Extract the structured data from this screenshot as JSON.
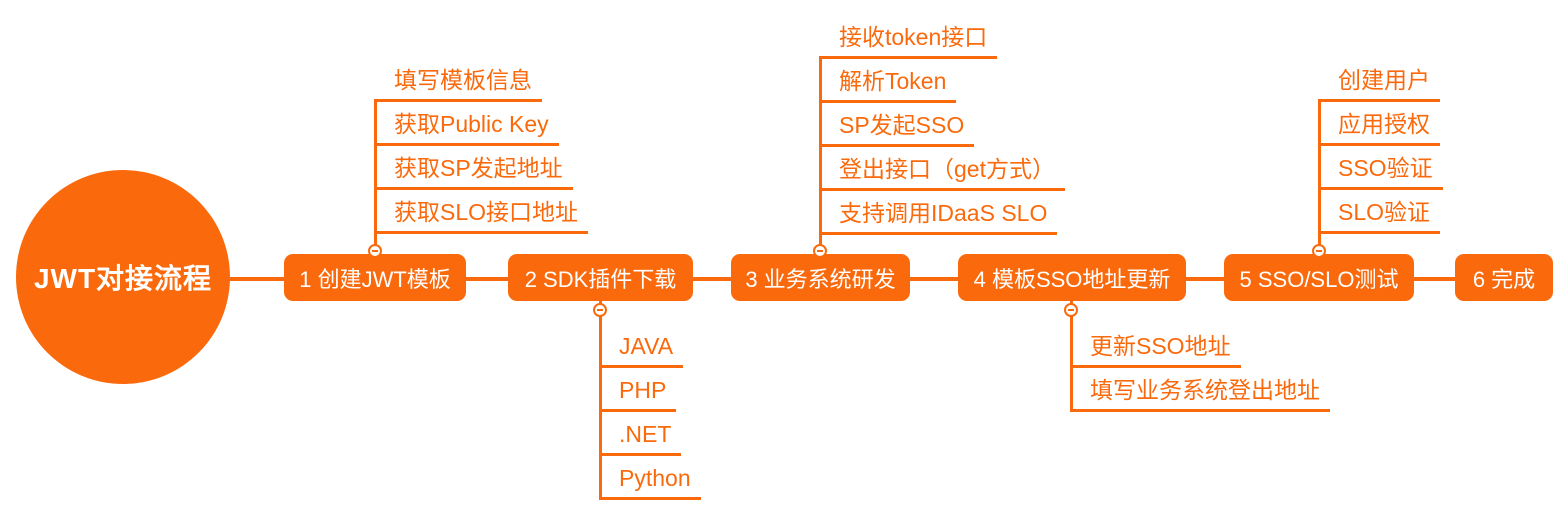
{
  "colors": {
    "accent": "#FA6A0D",
    "node_text": "#FFFFFF",
    "background": "#FFFFFF"
  },
  "root": {
    "label": "JWT对接流程"
  },
  "nodes": [
    {
      "label": "1 创建JWT模板",
      "branch_side": "above",
      "branches": [
        "填写模板信息",
        "获取Public Key",
        "获取SP发起地址",
        "获取SLO接口地址"
      ]
    },
    {
      "label": "2 SDK插件下载",
      "branch_side": "below",
      "branches": [
        "JAVA",
        "PHP",
        ".NET",
        "Python"
      ]
    },
    {
      "label": "3 业务系统研发",
      "branch_side": "above",
      "branches": [
        "接收token接口",
        "解析Token",
        "SP发起SSO",
        "登出接口（get方式）",
        "支持调用IDaaS SLO"
      ]
    },
    {
      "label": "4 模板SSO地址更新",
      "branch_side": "below",
      "branches": [
        "更新SSO地址",
        "填写业务系统登出地址"
      ]
    },
    {
      "label": "5 SSO/SLO测试",
      "branch_side": "above",
      "branches": [
        "创建用户",
        "应用授权",
        "SSO验证",
        "SLO验证"
      ]
    },
    {
      "label": "6 完成",
      "branch_side": "none",
      "branches": []
    }
  ],
  "icons": {
    "collapse": "minus-circle"
  }
}
